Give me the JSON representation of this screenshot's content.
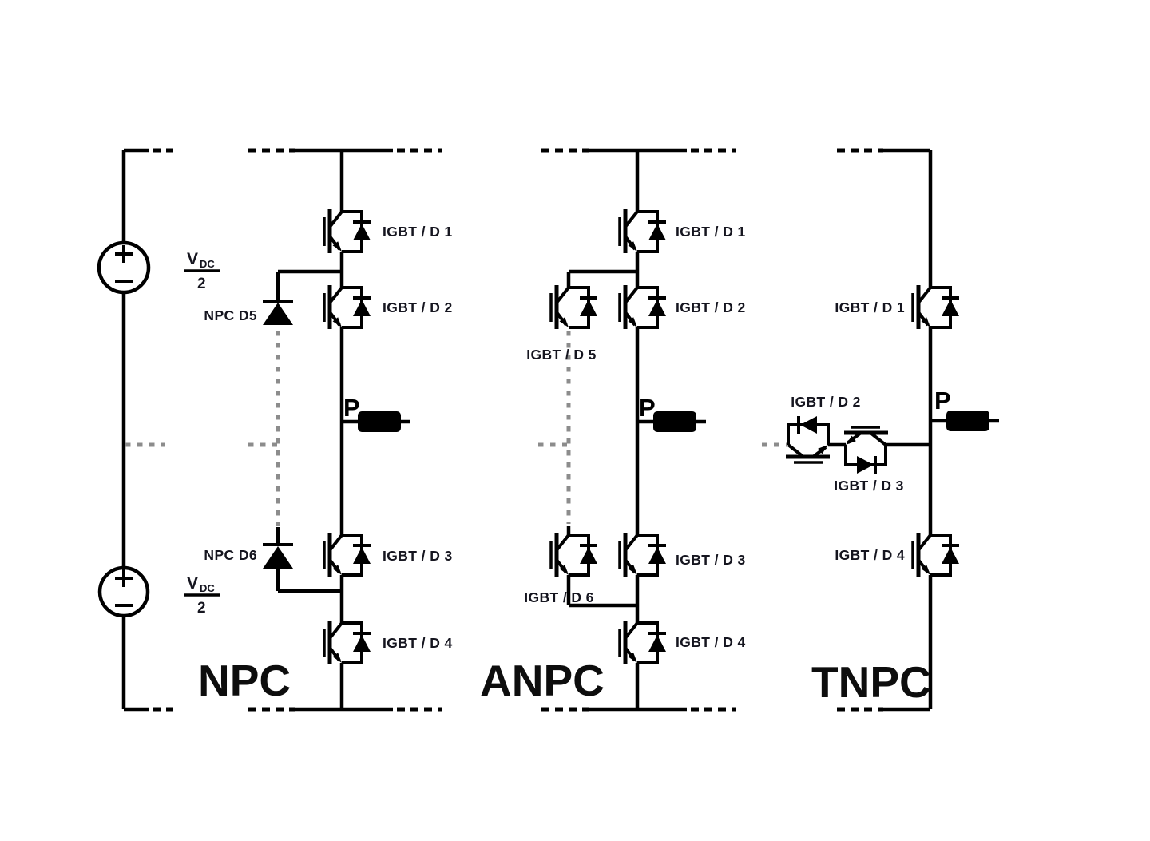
{
  "colors": {
    "wire": "#000000",
    "neutral_dashed": "#8c8c8c",
    "label_text": "#15151f"
  },
  "dc_link": {
    "v_label": "V",
    "v_subscript": "DC",
    "denominator": "2"
  },
  "npc": {
    "name": "NPC",
    "output": "P",
    "device_labels": [
      "IGBT / D 1",
      "IGBT / D 2",
      "IGBT / D 3",
      "IGBT / D 4"
    ],
    "clamp_labels": [
      "NPC D5",
      "NPC D6"
    ]
  },
  "anpc": {
    "name": "ANPC",
    "output": "P",
    "device_labels": [
      "IGBT / D 1",
      "IGBT / D 2",
      "IGBT / D 3",
      "IGBT / D 4",
      "IGBT / D 5",
      "IGBT / D 6"
    ]
  },
  "tnpc": {
    "name": "TNPC",
    "output": "P",
    "device_labels": [
      "IGBT / D 1",
      "IGBT / D 2",
      "IGBT / D 3",
      "IGBT / D 4"
    ]
  }
}
